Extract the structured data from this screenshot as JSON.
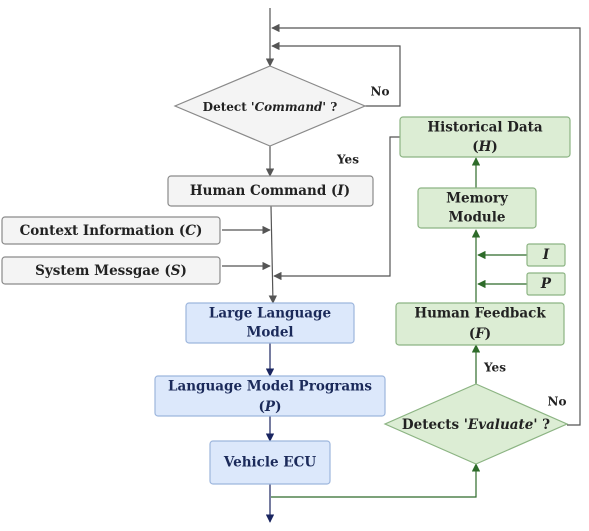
{
  "colors": {
    "gray_box_fill": "#f4f4f4",
    "gray_box_stroke": "#8a8a8a",
    "blue_box_fill": "#dce8fb",
    "blue_box_stroke": "#9db6dd",
    "green_box_fill": "#dcedd4",
    "green_box_stroke": "#8cb483",
    "gray_line": "#555555",
    "navy_line": "#1a2560",
    "green_line": "#2e6b2a"
  },
  "nodes": {
    "detect_command": {
      "pre": "Detect ",
      "em": "'Command'",
      "post": " ?"
    },
    "human_command": {
      "pre": "Human Command (",
      "em": "I",
      "post": ")"
    },
    "context_information": {
      "pre": "Context Information (",
      "em": "C",
      "post": ")"
    },
    "system_message": {
      "pre": "System Messgae (",
      "em": "S",
      "post": ")"
    },
    "llm": {
      "line1": "Large Language",
      "line2": "Model"
    },
    "lm_programs": {
      "line1": "Language Model Programs",
      "line2_pre": "(",
      "line2_em": "P",
      "line2_post": ")"
    },
    "vehicle_ecu": {
      "label": "Vehicle ECU"
    },
    "historical_data": {
      "line1": "Historical Data",
      "line2_pre": "(",
      "line2_em": "H",
      "line2_post": ")"
    },
    "memory_module": {
      "line1": "Memory",
      "line2": "Module"
    },
    "input_i": {
      "em": "I"
    },
    "input_p": {
      "em": "P"
    },
    "human_feedback": {
      "line1": "Human Feedback",
      "line2_pre": "(",
      "line2_em": "F",
      "line2_post": ")"
    },
    "detects_evaluate": {
      "pre": "Detects ",
      "em": "'Evaluate'",
      "post": " ?"
    }
  },
  "edge_labels": {
    "command_no": "No",
    "command_yes": "Yes",
    "evaluate_yes": "Yes",
    "evaluate_no": "No"
  }
}
